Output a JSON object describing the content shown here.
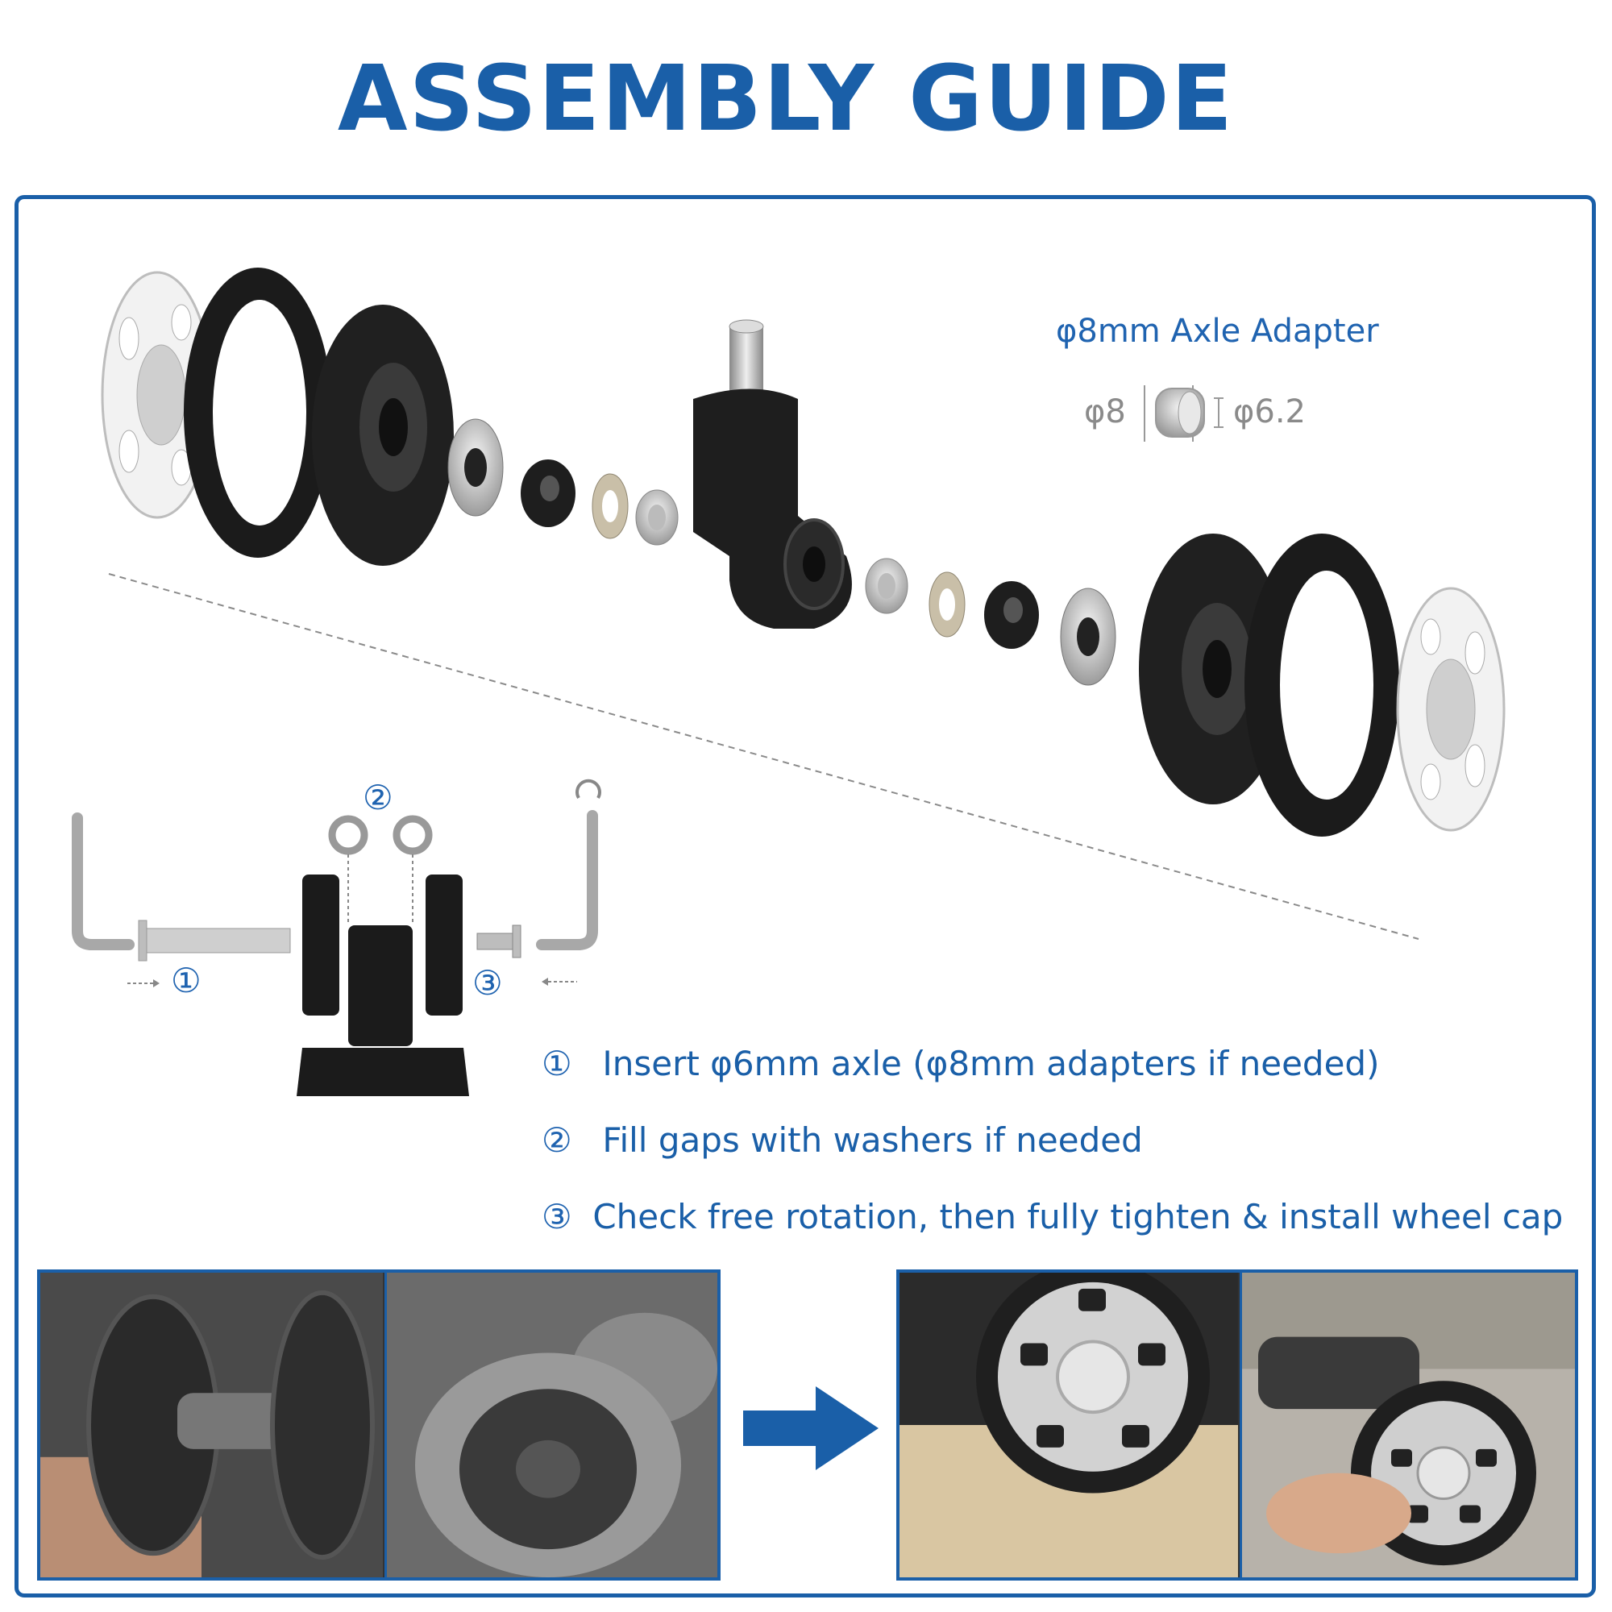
{
  "title": "ASSEMBLY GUIDE",
  "adapter": {
    "label": "φ8mm Axle Adapter",
    "outer_diameter": "φ8",
    "inner_diameter": "φ6.2"
  },
  "diagram": {
    "step_numbers": [
      "①",
      "②",
      "③"
    ]
  },
  "steps": [
    {
      "num": "①",
      "text": "Insert φ6mm axle (φ8mm adapters if needed)"
    },
    {
      "num": "②",
      "text": "Fill gaps with washers if needed"
    },
    {
      "num": "③",
      "text": "Check free rotation, then fully tighten & install wheel cap"
    }
  ],
  "photos": {
    "before": [
      "worn-wheel-photo-1",
      "worn-wheel-photo-2"
    ],
    "after": [
      "new-wheel-photo-1",
      "new-wheel-photo-2"
    ]
  },
  "colors": {
    "brand_blue": "#1a5fa8",
    "text_blue": "#1f63b0",
    "part_black": "#1b1b1b",
    "part_grey": "#9a9a9a"
  }
}
